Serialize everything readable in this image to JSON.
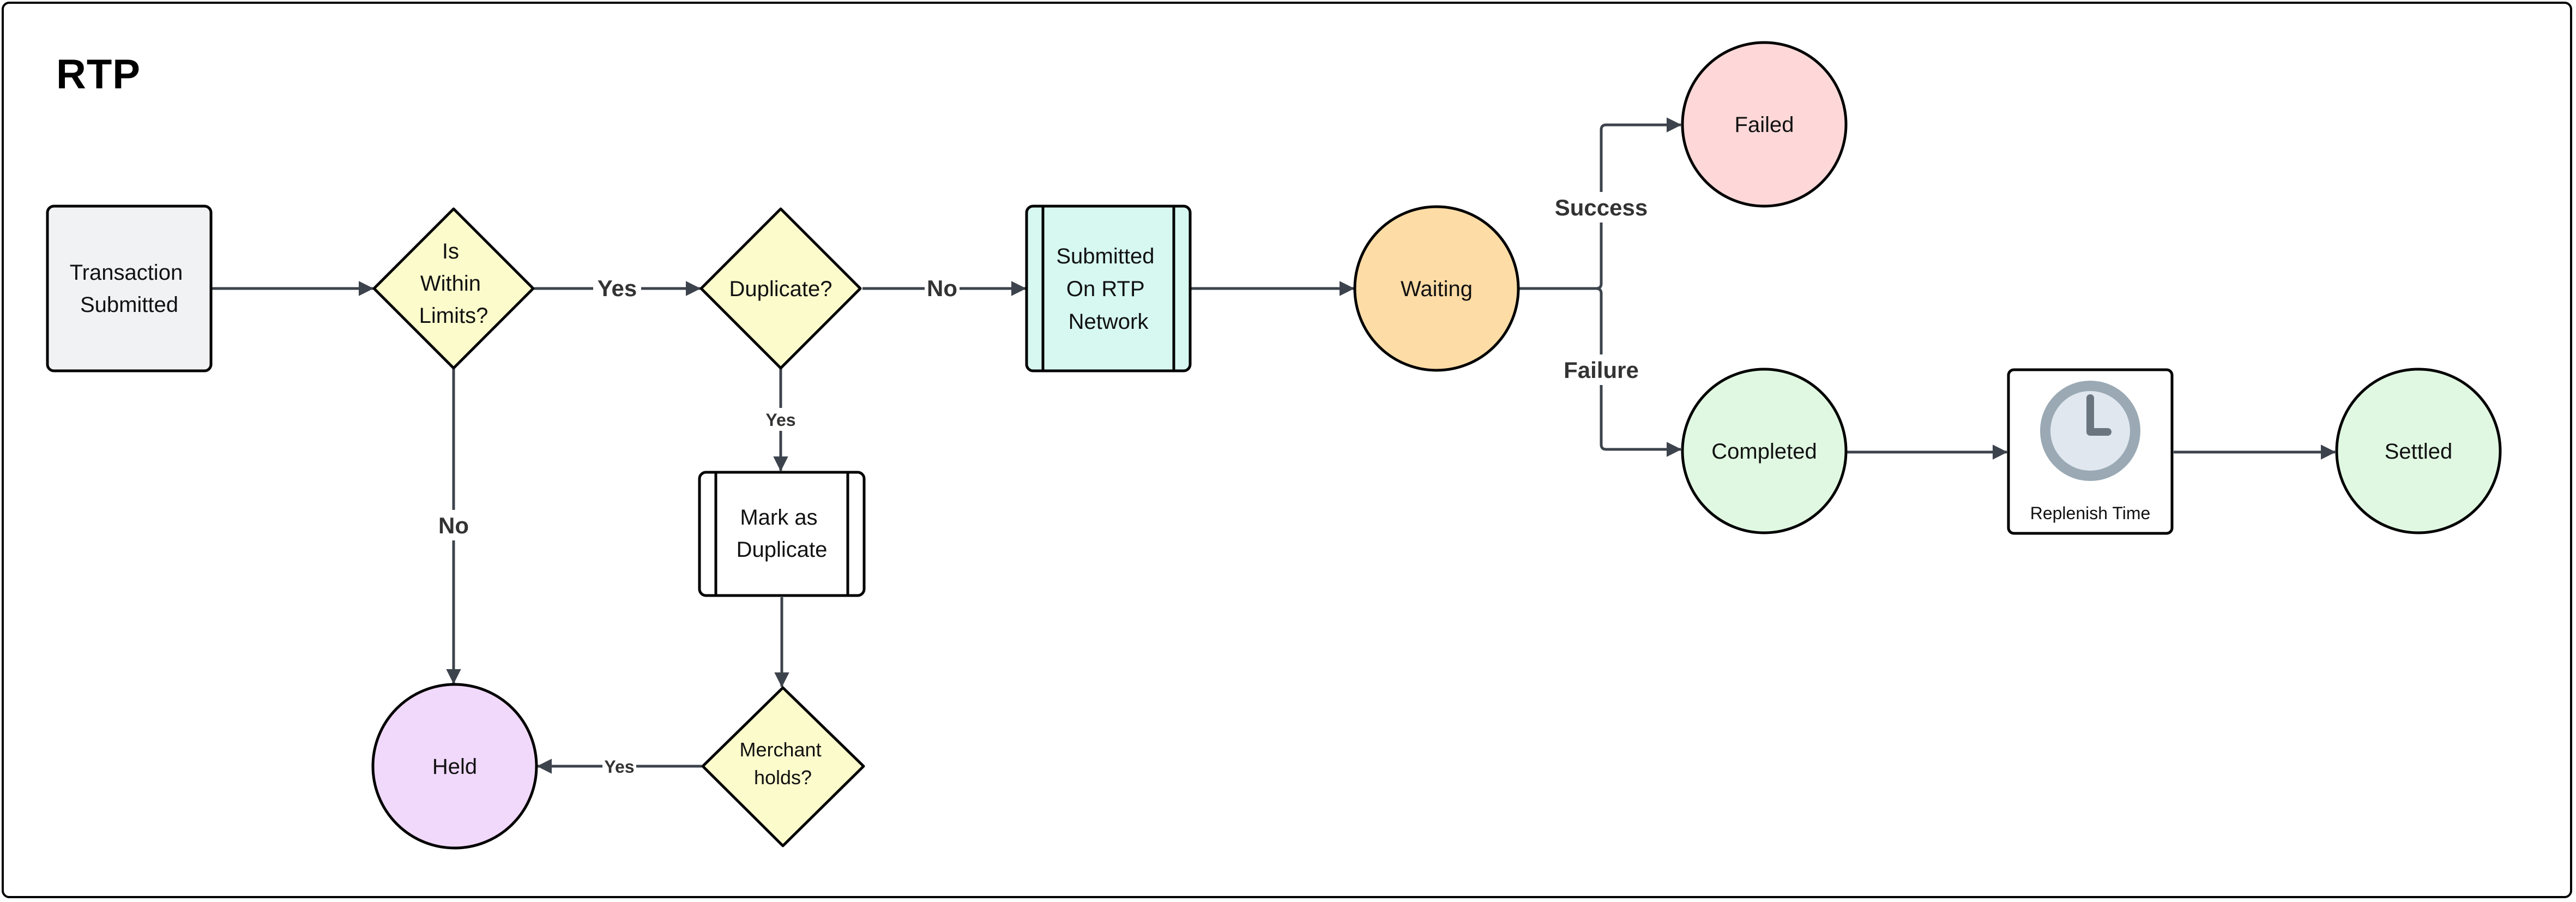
{
  "title": "RTP",
  "colors": {
    "edge": "#3d434c",
    "start_fill": "#f1f2f4",
    "decision_fill": "#fbfbcc",
    "network_fill": "#d6f8f1",
    "waiting_fill": "#fddca6",
    "failed_fill": "#fed8d8",
    "success_fill": "#e0f8e1",
    "held_fill": "#f1d9fb",
    "plain_fill": "#ffffff",
    "clock_ring": "#9aa9b4",
    "clock_face": "#e0e7ee",
    "clock_hands": "#6a7580"
  },
  "nodes": {
    "transaction_submitted": {
      "lines": [
        "Transaction",
        "Submitted"
      ],
      "shape": "rounded-rectangle"
    },
    "within_limits": {
      "lines": [
        "Is",
        "Within",
        "Limits?"
      ],
      "shape": "diamond"
    },
    "duplicate": {
      "lines": [
        "Duplicate?"
      ],
      "shape": "diamond"
    },
    "submitted_rtp": {
      "lines": [
        "Submitted",
        "On RTP",
        "Network"
      ],
      "shape": "subprocess"
    },
    "waiting": {
      "lines": [
        "Waiting"
      ],
      "shape": "circle"
    },
    "failed": {
      "lines": [
        "Failed"
      ],
      "shape": "circle"
    },
    "completed": {
      "lines": [
        "Completed"
      ],
      "shape": "circle"
    },
    "replenish_time": {
      "lines": [
        "Replenish Time"
      ],
      "shape": "timer",
      "icon": "clock-icon"
    },
    "settled": {
      "lines": [
        "Settled"
      ],
      "shape": "circle"
    },
    "mark_duplicate": {
      "lines": [
        "Mark as",
        "Duplicate"
      ],
      "shape": "subprocess"
    },
    "merchant_holds": {
      "lines": [
        "Merchant",
        "holds?"
      ],
      "shape": "diamond"
    },
    "held": {
      "lines": [
        "Held"
      ],
      "shape": "circle"
    }
  },
  "edges": {
    "limits_yes": "Yes",
    "limits_no": "No",
    "duplicate_no": "No",
    "duplicate_yes": "Yes",
    "merchant_yes": "Yes",
    "waiting_success": "Success",
    "waiting_failure": "Failure"
  }
}
